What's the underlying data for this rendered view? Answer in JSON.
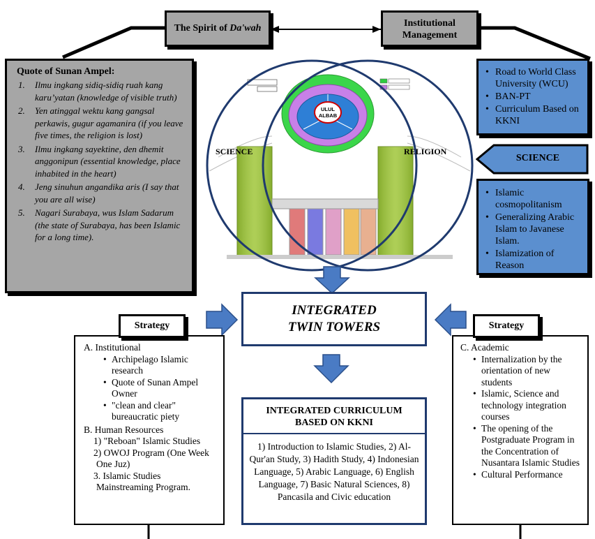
{
  "top": {
    "spirit_label": "The Spirit of ",
    "spirit_italic": "Da'wah",
    "institutional_label": "Institutional Management"
  },
  "quote": {
    "title": "Quote of Sunan Ampel:",
    "items": [
      {
        "num": "1.",
        "text": "Ilmu ingkang sidiq-sidiq ruah kang karu’yatan (knowledge of visible truth)"
      },
      {
        "num": "2.",
        "text": "Yen atinggal wektu kang gangsal perkawis, gugur agamanira (if you leave five times, the religion is lost)"
      },
      {
        "num": "3.",
        "text": "Ilmu ingkang sayektine, den dhemit anggonipun (essential knowledge, place inhabited in the heart)"
      },
      {
        "num": "4.",
        "text": "Jeng sinuhun angandika aris (I say that you are all wise)"
      },
      {
        "num": "5.",
        "text": "Nagari Surabaya, wus Islam Sadarum (the state of Surabaya, has been Islamic for a long time)."
      }
    ]
  },
  "institutional_items": [
    "Road to World Class University (WCU)",
    "BAN-PT",
    "Curriculum Based on KKNI"
  ],
  "science_tag": "SCIENCE",
  "religion_items": [
    "Islamic cosmopolitanism",
    "Generalizing Arabic Islam to Javanese Islam.",
    "Islamization of Reason"
  ],
  "venn": {
    "science": "SCIENCE",
    "religion": "RELIGION",
    "center_line1": "ULUL",
    "center_line2": "ALBAB"
  },
  "center": {
    "line1": "INTEGRATED",
    "line2": "TWIN TOWERS"
  },
  "curriculum": {
    "title": "INTEGRATED CURRICULUM BASED ON KKNI",
    "body": "1) Introduction to Islamic Studies, 2) Al-Qur'an Study, 3) Hadith Study, 4) Indonesian Language, 5) Arabic Language, 6) English Language, 7) Basic Natural Sciences, 8) Pancasila and Civic education"
  },
  "strategy_left": {
    "label": "Strategy",
    "a_head": "A. Institutional",
    "a_items": [
      "Archipelago Islamic research",
      "Quote of Sunan Ampel Owner",
      "\"clean and clear\" bureaucratic piety"
    ],
    "b_head": "B.   Human Resources",
    "b_items": [
      "1) \"Reboan\" Islamic Studies",
      "2) OWOJ Program (One Week One Juz)",
      "3. Islamic Studies Mainstreaming Program."
    ]
  },
  "strategy_right": {
    "label": "Strategy",
    "c_head": "C. Academic",
    "c_items": [
      "Internalization by the orientation of new students",
      "Islamic, Science and technology integration courses",
      "The opening of the Postgraduate Program in the Concentration of Nusantara Islamic Studies",
      "Cultural Performance"
    ]
  },
  "colors": {
    "gray": "#a6a6a6",
    "blue": "#5b8fcf",
    "arrow_blue": "#4a7bc4"
  }
}
